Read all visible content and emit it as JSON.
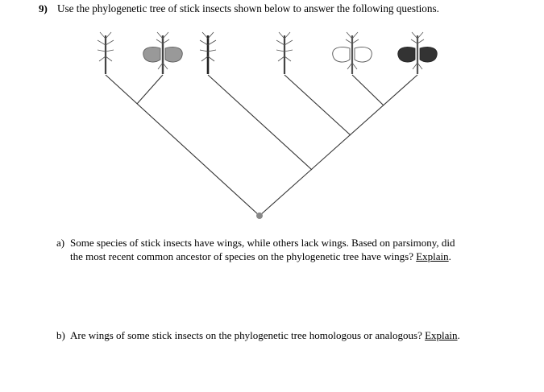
{
  "question": {
    "number": "9)",
    "stem": "Use the phylogenetic tree of stick insects shown below to answer the following questions."
  },
  "tree": {
    "species": [
      {
        "wing_state": "wingless"
      },
      {
        "wing_state": "gray wings"
      },
      {
        "wing_state": "wingless"
      },
      {
        "wing_state": "wingless"
      },
      {
        "wing_state": "white wings"
      },
      {
        "wing_state": "dark wings"
      }
    ],
    "root_color": "#888888",
    "branch_color": "#333333"
  },
  "part_a": {
    "letter": "a)",
    "line1": "Some species of stick insects have wings, while others lack wings. Based on parsimony, did",
    "line2_text": "the most recent common ancestor of species on the phylogenetic tree have wings? ",
    "link": "Explain",
    "end": "."
  },
  "part_b": {
    "letter": "b)",
    "text": "Are wings of some stick insects on the phylogenetic tree homologous or analogous? ",
    "link": "Explain",
    "end": "."
  }
}
